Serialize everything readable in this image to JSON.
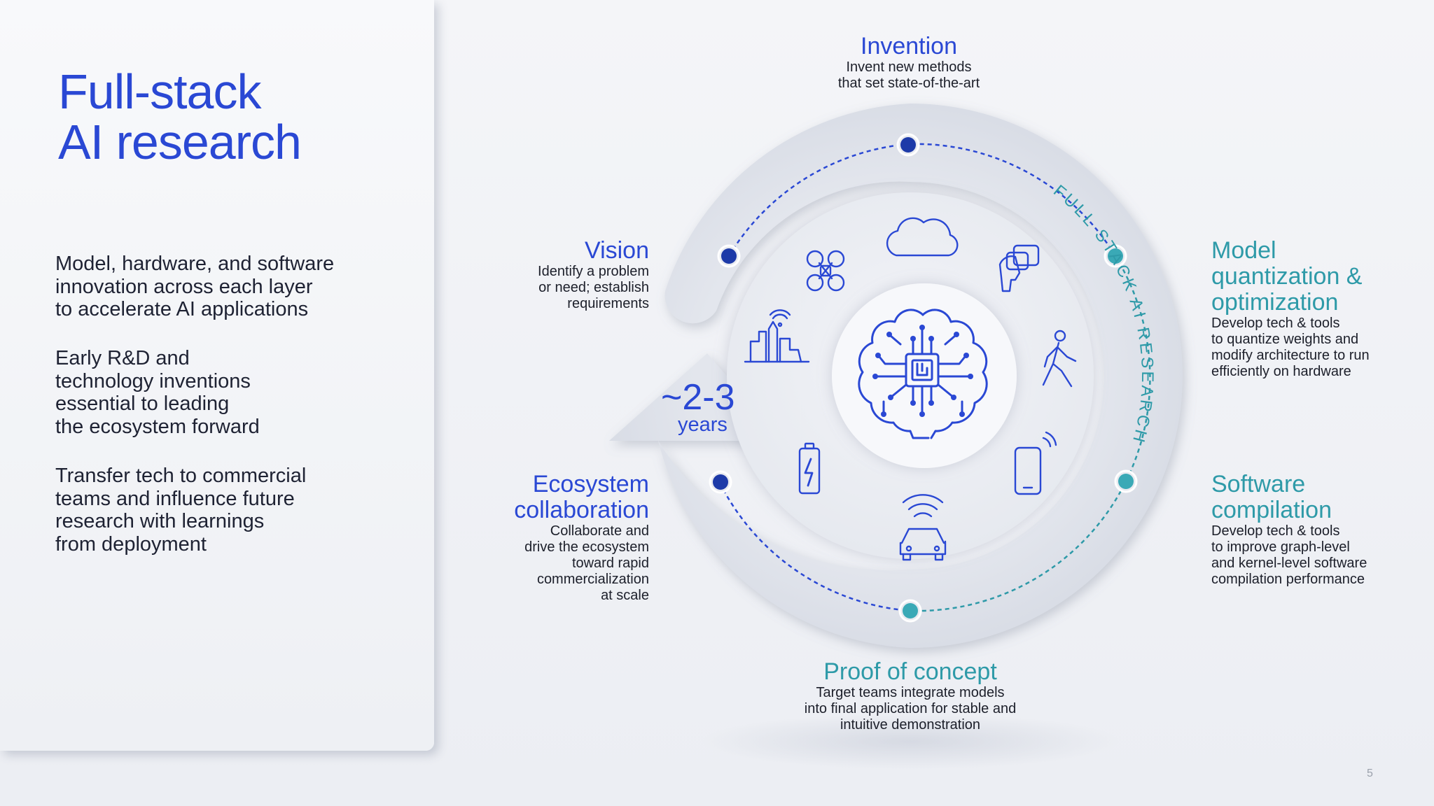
{
  "title": {
    "line1": "Full-stack",
    "line2": "AI research"
  },
  "paragraphs": [
    "Model, hardware, and software\ninnovation across each layer\nto accelerate AI applications",
    "Early R&D and\ntechnology inventions\nessential to leading\nthe ecosystem forward",
    "Transfer tech to commercial\nteams and influence future\nresearch with learnings\nfrom deployment"
  ],
  "stages": {
    "invention": {
      "title": "Invention",
      "desc": "Invent new methods\nthat set state-of-the-art"
    },
    "vision": {
      "title": "Vision",
      "desc": "Identify a problem\nor need; establish\nrequirements"
    },
    "model_quantization": {
      "title_lines": [
        "Model",
        "quantization &",
        "optimization"
      ],
      "desc": "Develop tech & tools\nto quantize weights and\nmodify architecture to run\nefficiently on hardware"
    },
    "software_compilation": {
      "title_lines": [
        "Software",
        "compilation"
      ],
      "desc": "Develop tech & tools\nto improve graph-level\nand kernel-level software\ncompilation performance"
    },
    "ecosystem": {
      "title_lines": [
        "Ecosystem",
        "collaboration"
      ],
      "desc": "Collaborate and\ndrive the ecosystem\ntoward rapid\ncommercialization\nat scale"
    },
    "proof_of_concept": {
      "title": "Proof of concept",
      "desc": "Target teams integrate models\ninto final application for stable and\nintuitive demonstration"
    }
  },
  "cycle": {
    "value": "~2-3",
    "unit": "years"
  },
  "ring_label": "FULL STACK AI RESEARCH",
  "page_number": "5",
  "icons": [
    "cloud-icon",
    "drone-icon",
    "chat-icon",
    "city-icon",
    "brain-chip-icon",
    "walking-person-icon",
    "battery-icon",
    "car-icon",
    "smartphone-icon"
  ],
  "colors": {
    "blue": "#2a48d4",
    "teal": "#2e9aa8",
    "dark_blue": "#1d3aa8"
  }
}
